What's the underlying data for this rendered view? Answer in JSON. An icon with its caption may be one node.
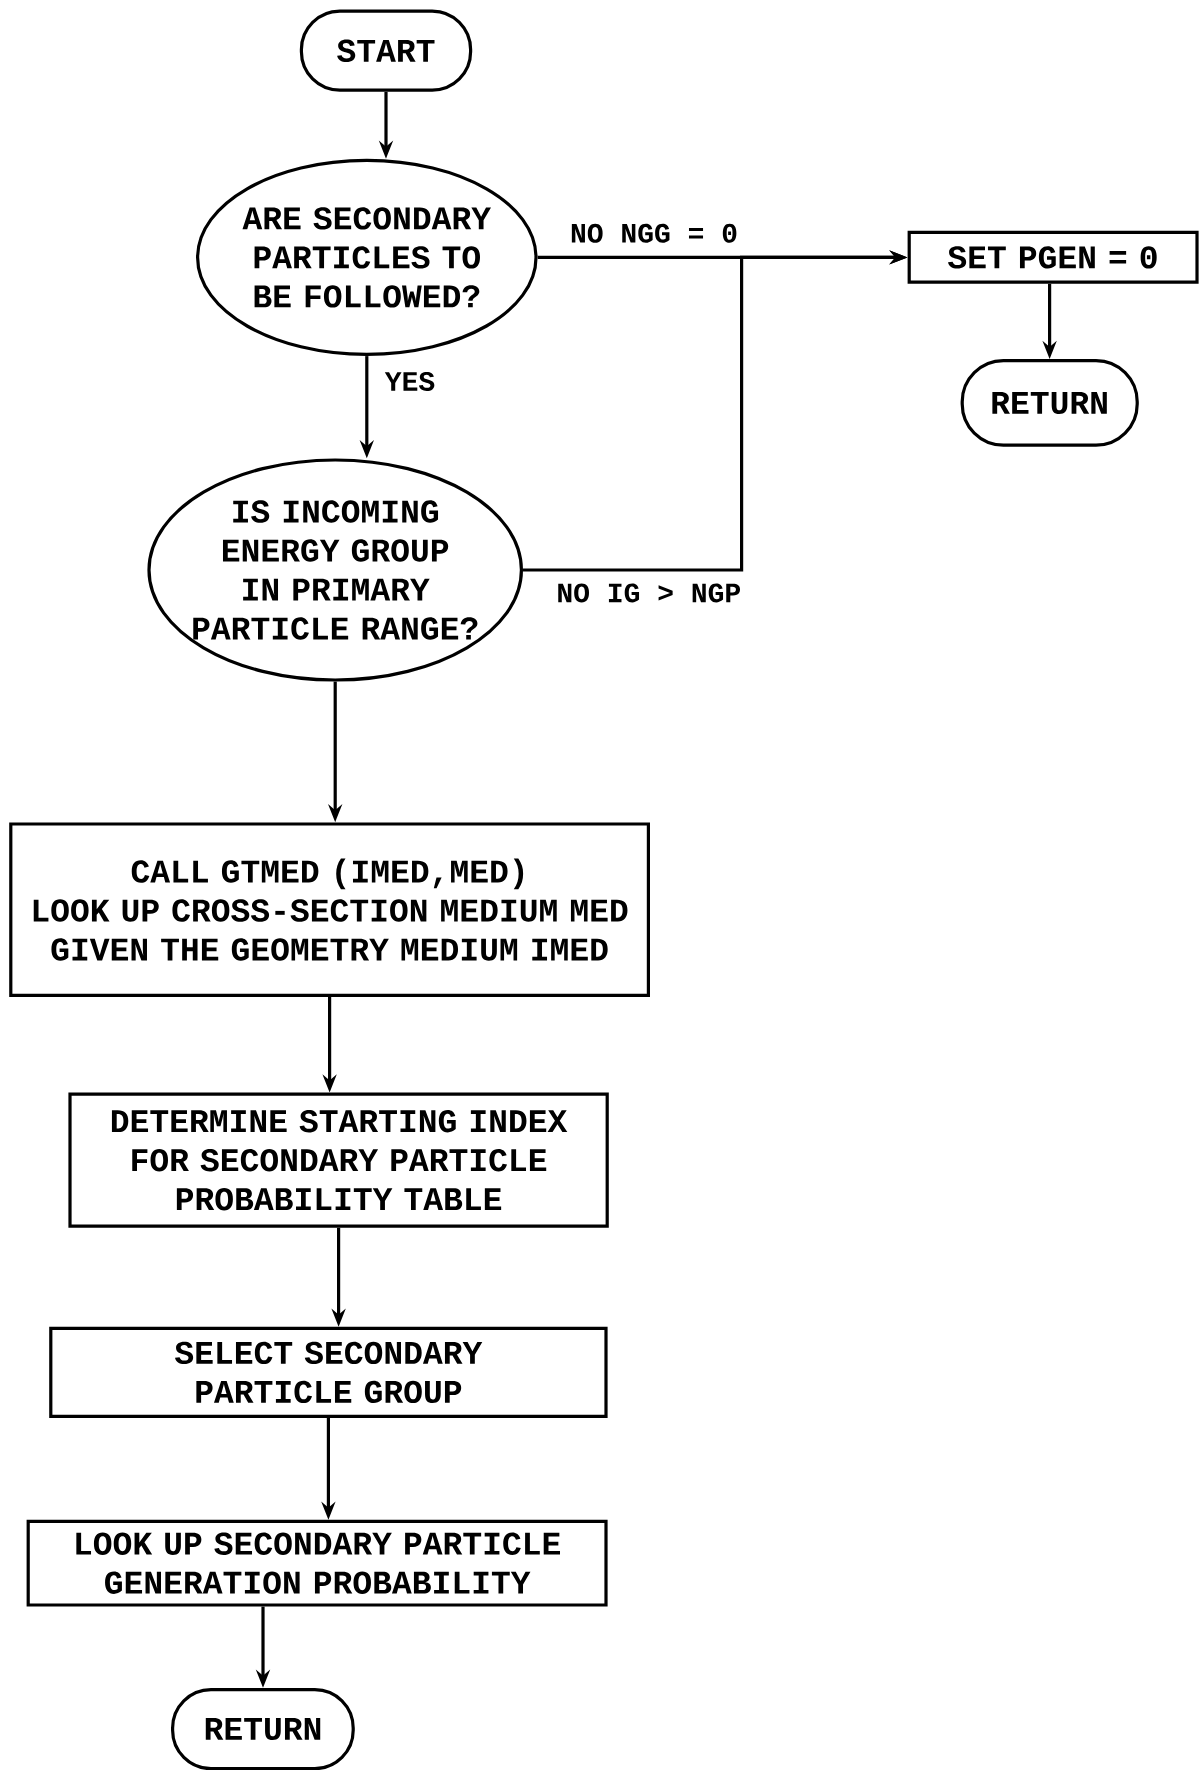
{
  "diagram": {
    "nodes": [
      {
        "text": [
          "START"
        ]
      },
      {
        "text": [
          "ARE SECONDARY PARTICLES TO BE FOLLOWED?"
        ]
      },
      {
        "text": [
          "SET PGEN = 0"
        ]
      },
      {
        "text": [
          "RETURN"
        ]
      },
      {
        "text": [
          "IS INCOMING ENERGY GROUP IN PRIMARY PARTICLE RANGE?"
        ]
      },
      {
        "text": [
          "CALL GTMED (IMED,MED)",
          "LOOK UP CROSS-SECTION MEDIUM MED GIVEN THE GEOMETRY MEDIUM IMED"
        ]
      },
      {
        "text": [
          "DETERMINE STARTING INDEX FOR SECONDARY PARTICLE PROBABILITY TABLE"
        ]
      },
      {
        "text": [
          "SELECT SECONDARY PARTICLE GROUP"
        ]
      },
      {
        "text": [
          "LOOK UP SECONDARY PARTICLE GENERATION PROBABILITY"
        ]
      },
      {
        "text": [
          "RETURN"
        ]
      }
    ],
    "edges": [
      {
        "from": 0,
        "to": 1,
        "arrow": "to"
      },
      {
        "from": 1,
        "to": 2,
        "arrow": "to",
        "label": "NO NGG = 0"
      },
      {
        "from": 2,
        "to": 3,
        "arrow": "to"
      },
      {
        "from": 1,
        "to": 4,
        "arrow": "to",
        "label": "YES"
      },
      {
        "from": 4,
        "to": 2,
        "arrow": "to",
        "label": "NO IG > NGP"
      },
      {
        "from": 4,
        "to": 5,
        "arrow": "to"
      },
      {
        "from": 5,
        "to": 6,
        "arrow": "to"
      },
      {
        "from": 6,
        "to": 7,
        "arrow": "to"
      },
      {
        "from": 7,
        "to": 8,
        "arrow": "to"
      },
      {
        "from": 8,
        "to": 9,
        "arrow": "to"
      }
    ]
  }
}
